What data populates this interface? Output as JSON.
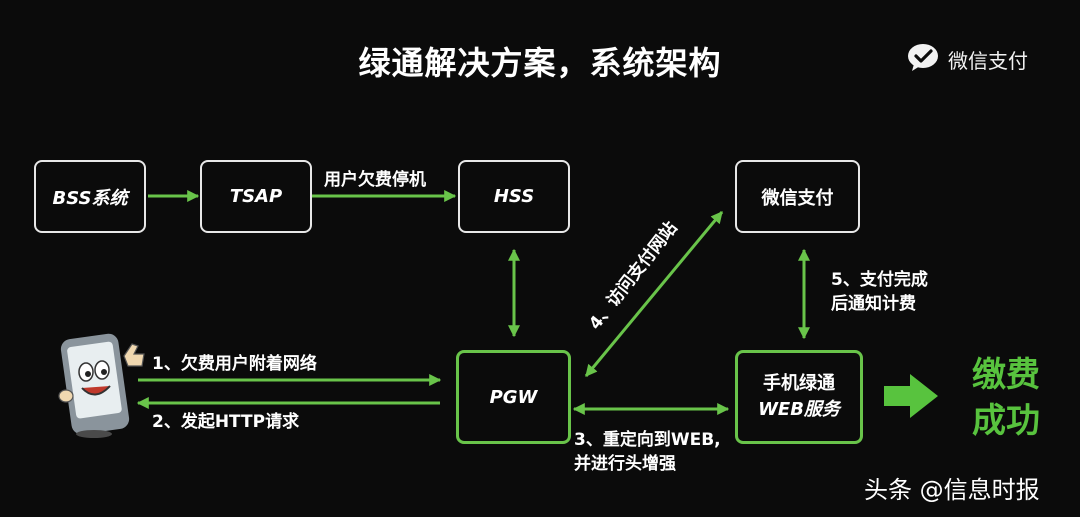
{
  "title": "绿通解决方案，系统架构",
  "brand": {
    "name": "微信支付",
    "icon": "wechat-pay-icon"
  },
  "nodes": {
    "bss": "BSS系统",
    "tsap": "TSAP",
    "hss": "HSS",
    "wechat_pay": "微信支付",
    "pgw": "PGW",
    "web_service_line1": "手机绿通",
    "web_service_line2": "WEB服务"
  },
  "labels": {
    "tsap_hss": "用户欠费停机",
    "step1": "1、欠费用户附着网络",
    "step2": "2、发起HTTP请求",
    "step3_line1": "3、重定向到WEB,",
    "step3_line2": "并进行头增强",
    "step4": "4、访问支付网站",
    "step5_line1": "5、支付完成",
    "step5_line2": "后通知计费"
  },
  "result": {
    "line1": "缴费",
    "line2": "成功"
  },
  "watermark": "头条 @信息时报",
  "colors": {
    "accent": "#69c44a",
    "background": "#0b0b0b",
    "success_text": "#58c33e"
  }
}
